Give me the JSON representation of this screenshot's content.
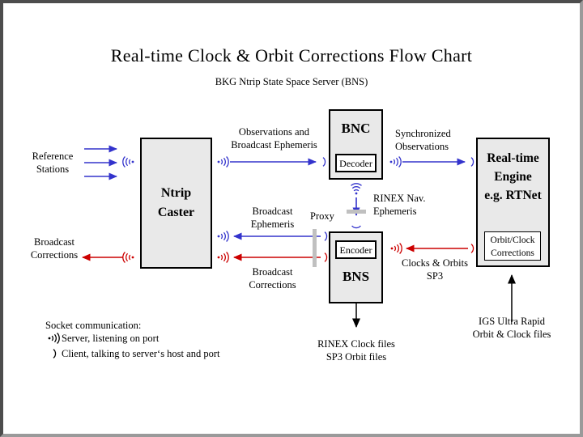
{
  "frame": {
    "title": "Real-time Clock & Orbit Corrections Flow Chart",
    "subtitle": "BKG Ntrip State Space Server  (BNS)"
  },
  "colors": {
    "server_blue": "#3333cc",
    "correction_red": "#cc0000",
    "box_fill": "#e9e9e9",
    "proxy_bar_gray": "#c0c0c0",
    "frame_dark": "#4d4d4d",
    "frame_light": "#9a9a9a"
  },
  "nodes": {
    "caster": {
      "label": "Ntrip\nCaster"
    },
    "bnc": {
      "label": "BNC",
      "sub_label": "Decoder"
    },
    "bns": {
      "label": "BNS",
      "sub_label": "Encoder"
    },
    "engine": {
      "label": "Real-time\nEngine\ne.g. RTNet",
      "sub_label": "Orbit/Clock\nCorrections"
    }
  },
  "labels": {
    "reference_stations": "Reference\nStations",
    "broadcast_corrections_left": "Broadcast\nCorrections",
    "observations": "Observations and\nBroadcast Ephemeris",
    "synchronized": "Synchronized\nObservations",
    "rinex_nav": "RINEX Nav.\nEphemeris",
    "proxy": "Proxy",
    "broadcast_ephemeris": "Broadcast\nEphemeris",
    "broadcast_corrections_bottom": "Broadcast\nCorrections",
    "clocks_orbits": "Clocks & Orbits\nSP3",
    "rinex_files": "RINEX Clock files\nSP3 Orbit files",
    "igs": "IGS Ultra Rapid\nOrbit & Clock files"
  },
  "legend": {
    "title": "Socket communication:",
    "server": "Server, listening on port",
    "client": "Client, talking to server‘s host and port"
  }
}
